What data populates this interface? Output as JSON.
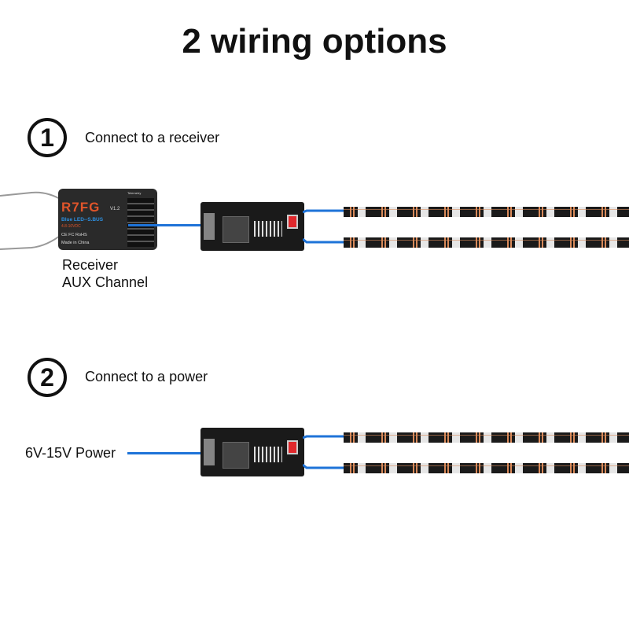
{
  "title": "2 wiring options",
  "option1": {
    "number": "1",
    "text": "Connect to a receiver",
    "receiver_label_line1": "Receiver",
    "receiver_label_line2": "AUX Channel",
    "receiver": {
      "model": "R7FG",
      "version": "V1.2",
      "led": "Blue LED--S.BUS",
      "voltage": "4.8-10VDC",
      "cert": "CE FC RoHS",
      "made": "Made in China",
      "telemetry": "Telemetry"
    }
  },
  "option2": {
    "number": "2",
    "text": "Connect to a power",
    "power_label": "6V-15V Power"
  },
  "colors": {
    "wire": "#1e73d8",
    "board": "#1a1a1a",
    "receiver_accent": "#e0552a",
    "receiver_blue": "#2d8fe0"
  }
}
